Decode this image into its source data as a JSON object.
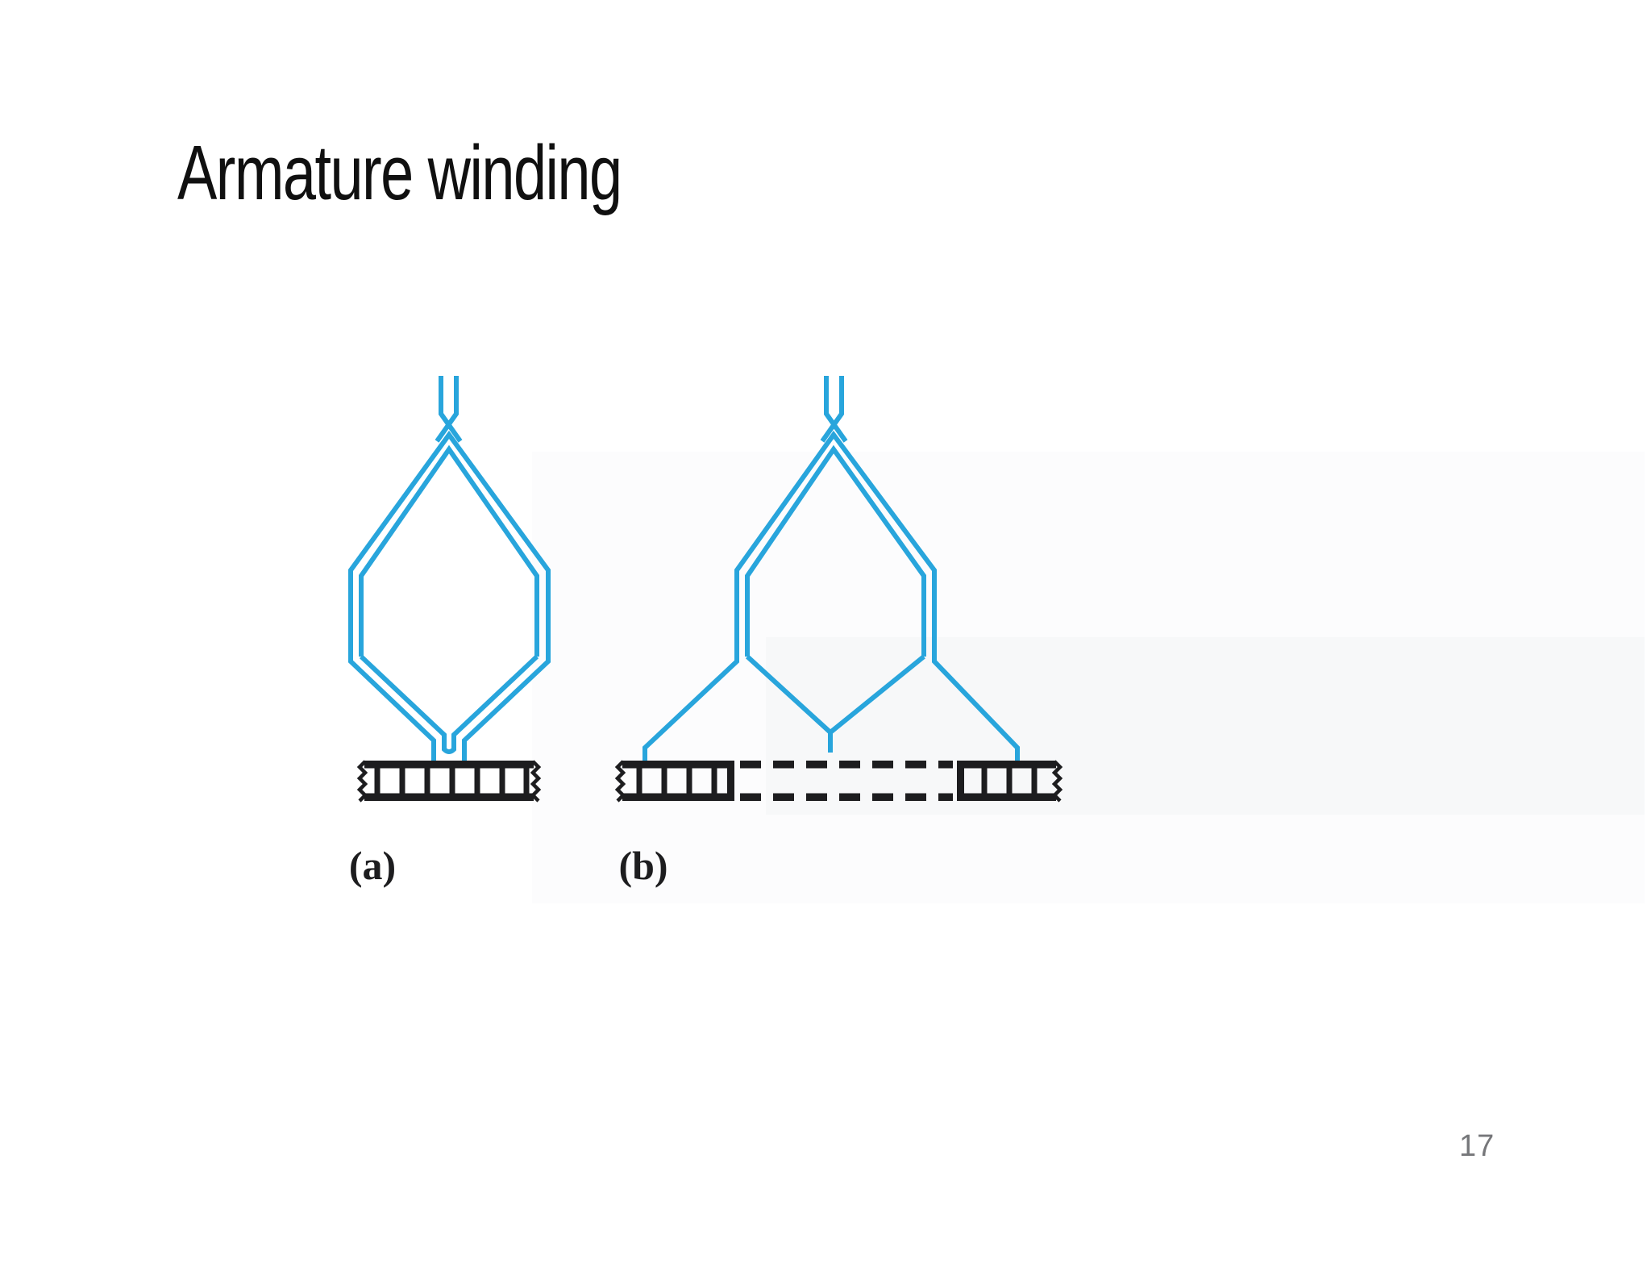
{
  "slide": {
    "title": "Armature winding",
    "page_number": "17"
  },
  "figure": {
    "label_a": "(a)",
    "label_b": "(b)"
  },
  "colors": {
    "background": "#ffffff",
    "title_ink": "#101010",
    "coil_blue": "#28a5dc",
    "diagram_ink": "#1d1d1f",
    "page_number_gray": "#76777a",
    "figure_tint": "#f7f8f9",
    "figure_tint_soft": "#fcfcfd"
  }
}
